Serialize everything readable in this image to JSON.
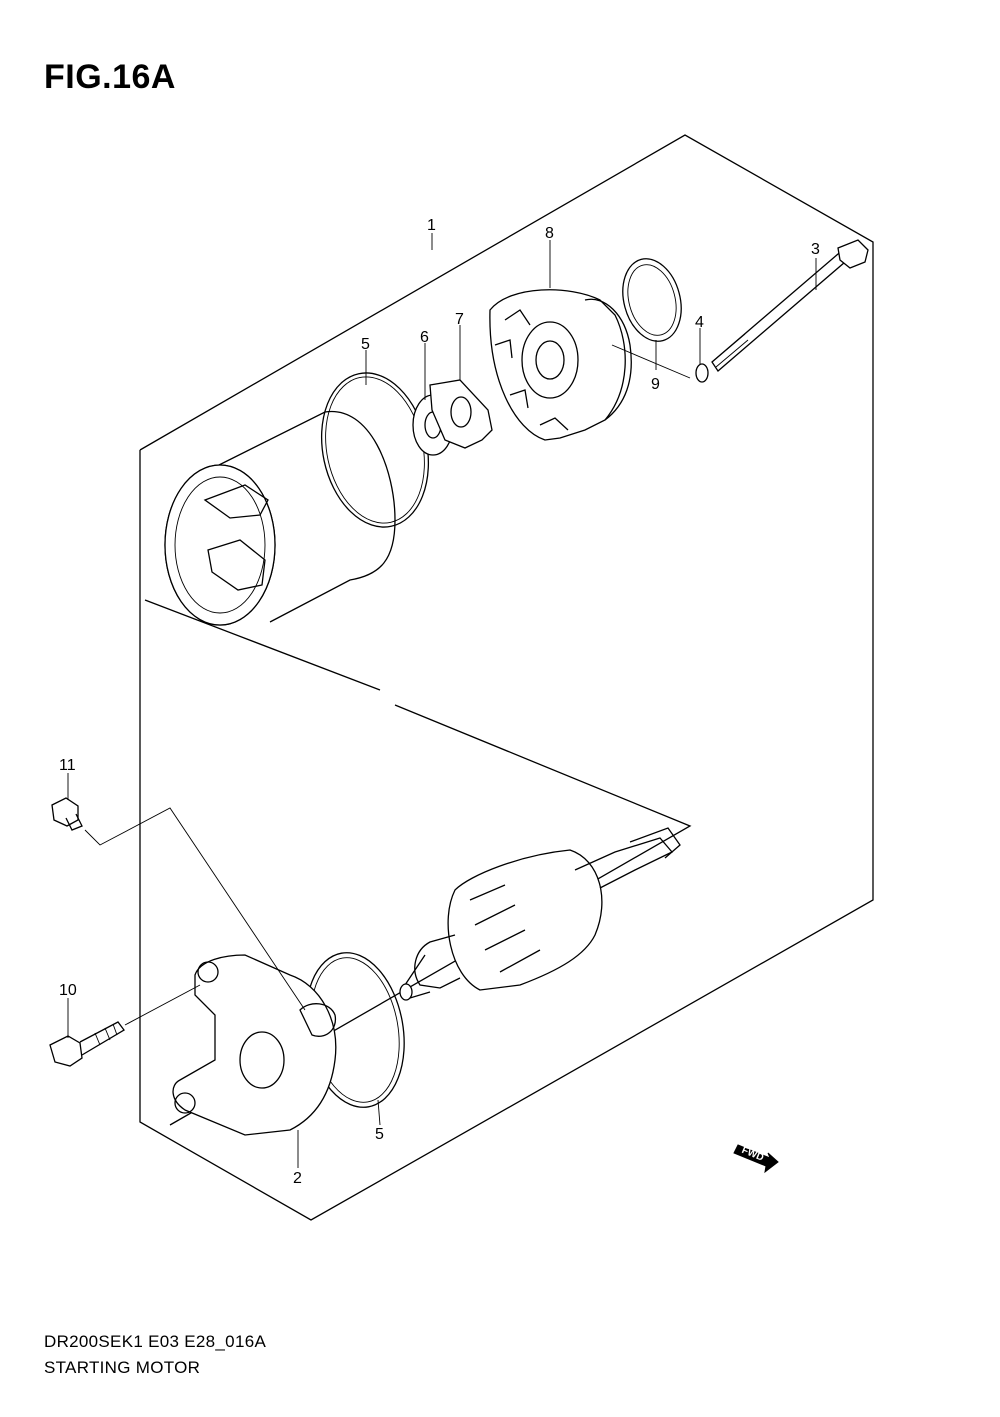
{
  "figure": {
    "title": "FIG.16A",
    "model_code": "DR200SEK1 E03 E28_016A",
    "name": "STARTING MOTOR",
    "direction_marker": "FWD"
  },
  "callouts": [
    "1",
    "2",
    "3",
    "4",
    "5",
    "5",
    "6",
    "7",
    "8",
    "9",
    "10",
    "11"
  ]
}
